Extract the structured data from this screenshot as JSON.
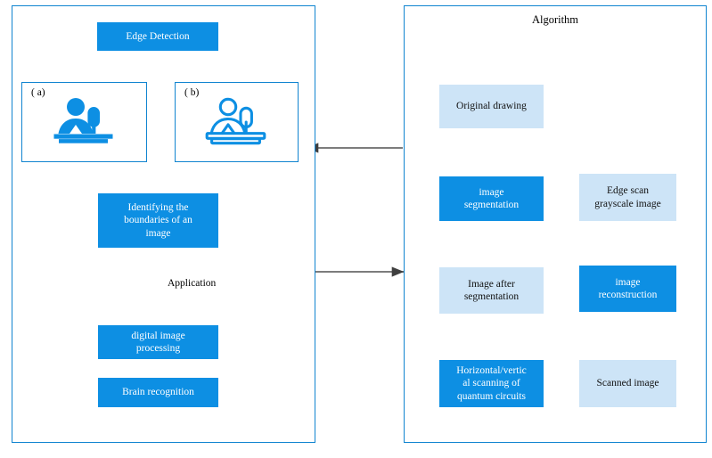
{
  "colors": {
    "panel_border": "#1084d0",
    "solid_blue": "#0d8fe3",
    "light_blue": "#cde4f7",
    "arrow": "#4d4d4d",
    "text_dark": "#111111",
    "text_light": "#ffffff"
  },
  "left_panel": {
    "title": "",
    "edge_detection": "Edge Detection",
    "frame_a_label": "( a)",
    "frame_b_label": "( b)",
    "frame_a_icon": "person-at-podium-filled-icon",
    "frame_b_icon": "person-at-podium-outline-icon",
    "identifying": "Identifying the\nboundaries of an\nimage",
    "application_label": "Application",
    "digital_image_processing": "digital image\nprocessing",
    "brain_recognition": "Brain recognition"
  },
  "right_panel": {
    "title": "Algorithm",
    "original_drawing": "Original drawing",
    "image_segmentation": "image\nsegmentation",
    "image_after_segmentation": "Image after\nsegmentation",
    "horizontal_vertical": "Horizontal/vertic\nal scanning of\nquantum circuits",
    "scanned_image": "Scanned image",
    "image_reconstruction": "image\nreconstruction",
    "edge_scan_grayscale": "Edge scan\ngrayscale image"
  },
  "flow": {
    "edges": [
      {
        "from": "frame-a",
        "to": "frame-b",
        "style": "curved",
        "label": ""
      },
      {
        "from": "identifying",
        "to": "digital-image-processing",
        "style": "straight",
        "label": "Application"
      },
      {
        "from": "algorithm-panel",
        "to": "frame-b",
        "style": "straight",
        "label": ""
      },
      {
        "from": "left-panel",
        "to": "algorithm-panel",
        "style": "straight",
        "label": ""
      },
      {
        "from": "original-drawing",
        "to": "image-segmentation",
        "style": "straight",
        "label": ""
      },
      {
        "from": "image-segmentation",
        "to": "image-after-segmentation",
        "style": "straight",
        "label": ""
      },
      {
        "from": "image-after-segmentation",
        "to": "horizontal-vertical",
        "style": "straight",
        "label": ""
      },
      {
        "from": "horizontal-vertical",
        "to": "scanned-image",
        "style": "straight",
        "label": ""
      },
      {
        "from": "scanned-image",
        "to": "image-reconstruction",
        "style": "straight",
        "label": ""
      },
      {
        "from": "image-reconstruction",
        "to": "edge-scan-grayscale",
        "style": "straight",
        "label": ""
      }
    ]
  }
}
